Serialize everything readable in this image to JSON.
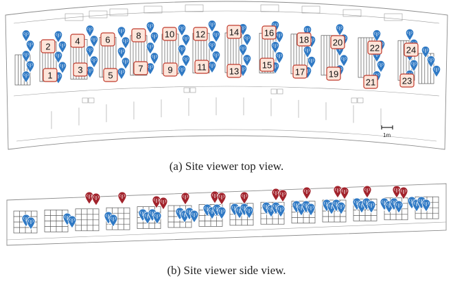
{
  "captions": {
    "top": "(a) Site viewer top view.",
    "side": "(b) Site viewer side view."
  },
  "scale_bar": {
    "label": "1m"
  },
  "rack_labels": [
    "1",
    "2",
    "3",
    "4",
    "5",
    "6",
    "7",
    "8",
    "9",
    "10",
    "11",
    "12",
    "13",
    "14",
    "15",
    "16",
    "17",
    "18",
    "19",
    "20",
    "21",
    "22",
    "23",
    "24"
  ],
  "colors": {
    "blue_pin": "#2f79c4",
    "red_pin": "#a2232c",
    "label_fill": "#fde5da",
    "label_border": "#c0392b"
  },
  "icons": {
    "pin": "location-pin-icon",
    "antenna": "antenna-icon"
  }
}
